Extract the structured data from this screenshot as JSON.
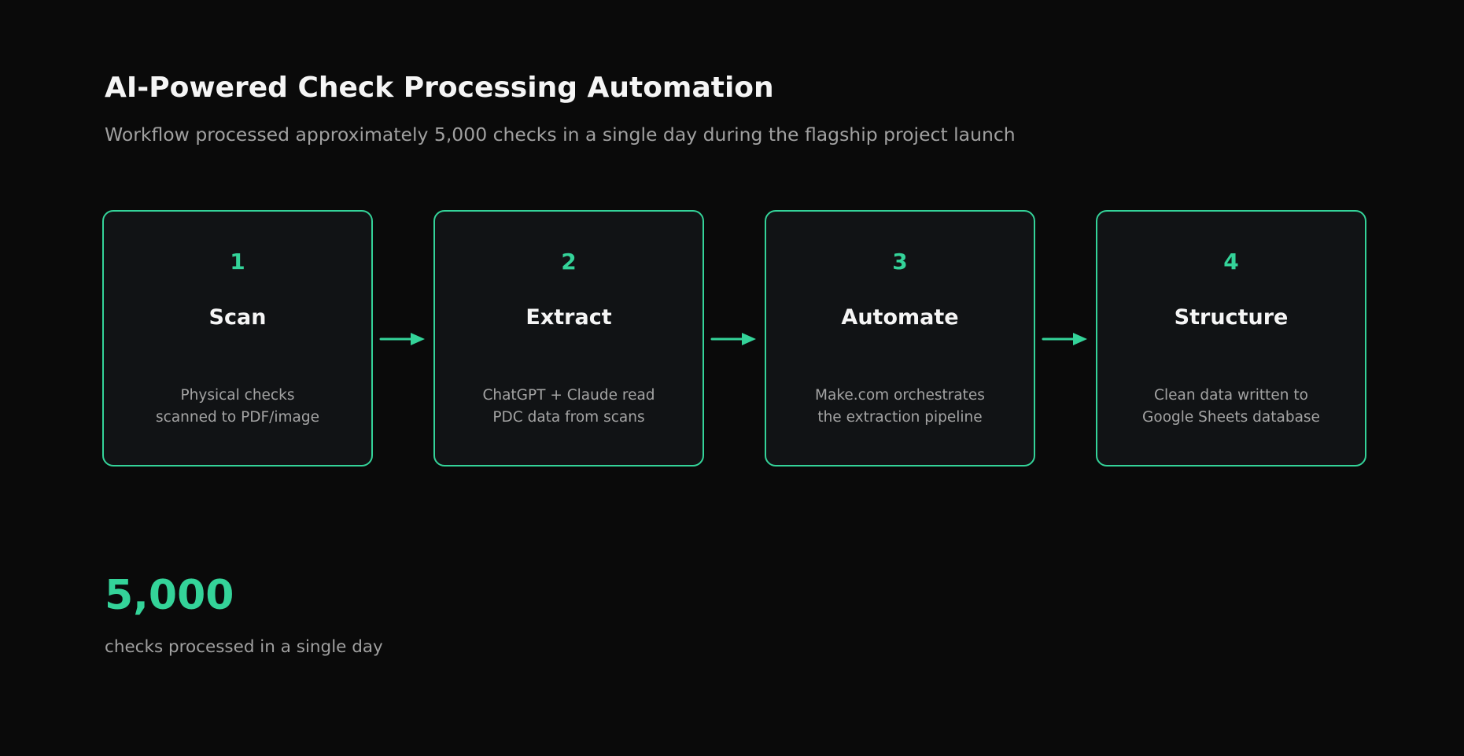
{
  "header": {
    "title": "AI-Powered Check Processing Automation",
    "subtitle": "Workflow processed approximately 5,000 checks in a single day during the flagship project launch"
  },
  "steps": [
    {
      "number": "1",
      "name": "Scan",
      "desc_line1": "Physical checks",
      "desc_line2": "scanned to PDF/image"
    },
    {
      "number": "2",
      "name": "Extract",
      "desc_line1": "ChatGPT + Claude read",
      "desc_line2": "PDC data from scans"
    },
    {
      "number": "3",
      "name": "Automate",
      "desc_line1": "Make.com orchestrates",
      "desc_line2": "the extraction pipeline"
    },
    {
      "number": "4",
      "name": "Structure",
      "desc_line1": "Clean data written to",
      "desc_line2": "Google Sheets database"
    }
  ],
  "stat": {
    "value": "5,000",
    "label": "checks processed in a single day"
  },
  "colors": {
    "accent": "#34d399",
    "background": "#0a0a0a",
    "card": "#111315",
    "text_primary": "#f5f5f5",
    "text_secondary": "#a0a0a0"
  }
}
